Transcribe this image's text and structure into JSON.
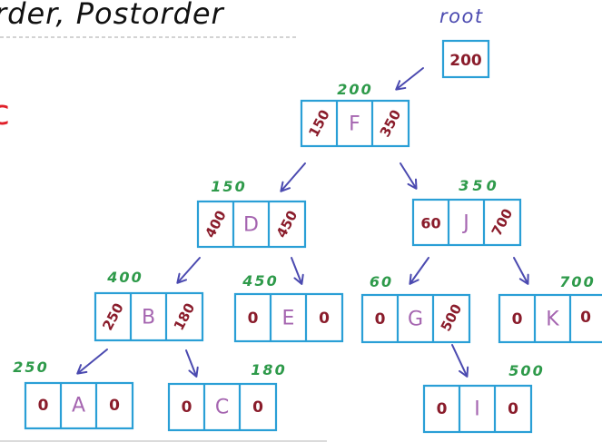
{
  "page": {
    "title": "rder, Postorder",
    "side_mark": "c"
  },
  "colors": {
    "box": "#2a9fd6",
    "address": "#2e9a4a",
    "pointer": "#8a1c2b",
    "key": "#a565b0",
    "arrow": "#4b4ab0",
    "title": "#111111",
    "side_mark": "#e0202a"
  },
  "root": {
    "label": "root",
    "value": "200"
  },
  "nodes": [
    {
      "id": "F",
      "address": "200",
      "left": "150",
      "key": "F",
      "right": "350"
    },
    {
      "id": "D",
      "address": "150",
      "left": "400",
      "key": "D",
      "right": "450"
    },
    {
      "id": "J",
      "address": "350",
      "left": "60",
      "key": "J",
      "right": "700"
    },
    {
      "id": "B",
      "address": "400",
      "left": "250",
      "key": "B",
      "right": "180"
    },
    {
      "id": "E",
      "address": "450",
      "left": "0",
      "key": "E",
      "right": "0"
    },
    {
      "id": "G",
      "address": "60",
      "left": "0",
      "key": "G",
      "right": "500"
    },
    {
      "id": "K",
      "address": "700",
      "left": "0",
      "key": "K",
      "right": "0"
    },
    {
      "id": "A",
      "address": "250",
      "left": "0",
      "key": "A",
      "right": "0"
    },
    {
      "id": "C",
      "address": "180",
      "left": "0",
      "key": "C",
      "right": "0"
    },
    {
      "id": "I",
      "address": "500",
      "left": "0",
      "key": "I",
      "right": "0"
    }
  ]
}
